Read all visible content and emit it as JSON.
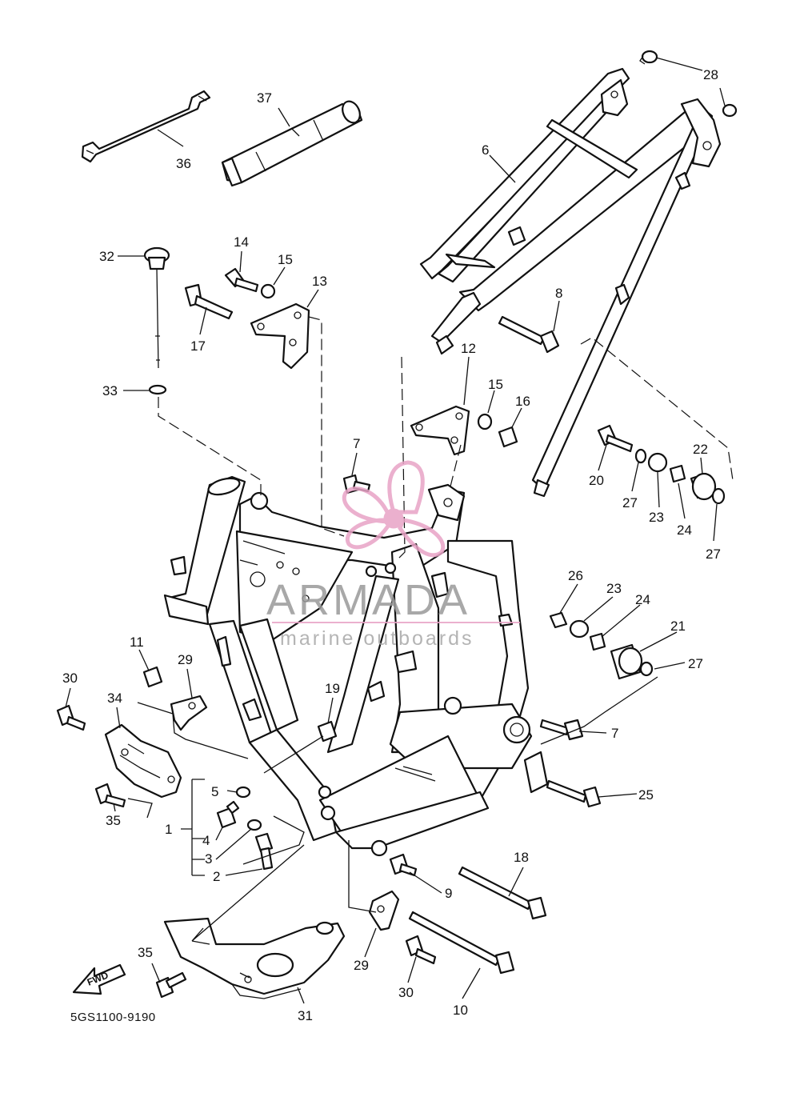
{
  "diagram": {
    "part_code": "5GS1100-9190",
    "forward_arrow_label": "FWD"
  },
  "callouts": [
    {
      "id": "c28a",
      "text": "28"
    },
    {
      "id": "c28b",
      "text": "28"
    },
    {
      "id": "c37",
      "text": "37"
    },
    {
      "id": "c36",
      "text": "36"
    },
    {
      "id": "c6",
      "text": "6"
    },
    {
      "id": "c32",
      "text": "32"
    },
    {
      "id": "c14",
      "text": "14"
    },
    {
      "id": "c15a",
      "text": "15"
    },
    {
      "id": "c13",
      "text": "13"
    },
    {
      "id": "c8",
      "text": "8"
    },
    {
      "id": "c17",
      "text": "17"
    },
    {
      "id": "c33",
      "text": "33"
    },
    {
      "id": "c12",
      "text": "12"
    },
    {
      "id": "c15b",
      "text": "15"
    },
    {
      "id": "c16",
      "text": "16"
    },
    {
      "id": "c7a",
      "text": "7"
    },
    {
      "id": "c22",
      "text": "22"
    },
    {
      "id": "c20",
      "text": "20"
    },
    {
      "id": "c27a",
      "text": "27"
    },
    {
      "id": "c23a",
      "text": "23"
    },
    {
      "id": "c24a",
      "text": "24"
    },
    {
      "id": "c27b",
      "text": "27"
    },
    {
      "id": "c26",
      "text": "26"
    },
    {
      "id": "c23b",
      "text": "23"
    },
    {
      "id": "c24b",
      "text": "24"
    },
    {
      "id": "c21",
      "text": "21"
    },
    {
      "id": "c27c",
      "text": "27"
    },
    {
      "id": "c11",
      "text": "11"
    },
    {
      "id": "c29a",
      "text": "29"
    },
    {
      "id": "c30a",
      "text": "30"
    },
    {
      "id": "c34",
      "text": "34"
    },
    {
      "id": "c19",
      "text": "19"
    },
    {
      "id": "c7b",
      "text": "7"
    },
    {
      "id": "c25",
      "text": "25"
    },
    {
      "id": "c5",
      "text": "5"
    },
    {
      "id": "c1",
      "text": "1"
    },
    {
      "id": "c4",
      "text": "4"
    },
    {
      "id": "c3",
      "text": "3"
    },
    {
      "id": "c2",
      "text": "2"
    },
    {
      "id": "c35a",
      "text": "35"
    },
    {
      "id": "c18",
      "text": "18"
    },
    {
      "id": "c9",
      "text": "9"
    },
    {
      "id": "c29b",
      "text": "29"
    },
    {
      "id": "c30b",
      "text": "30"
    },
    {
      "id": "c10",
      "text": "10"
    },
    {
      "id": "c35b",
      "text": "35"
    },
    {
      "id": "c31",
      "text": "31"
    }
  ],
  "watermark": {
    "title": "ARMADA",
    "subtitle": "marine outboards",
    "logo_color": "#e8a3c6",
    "text_color": "#9a9a9a"
  }
}
